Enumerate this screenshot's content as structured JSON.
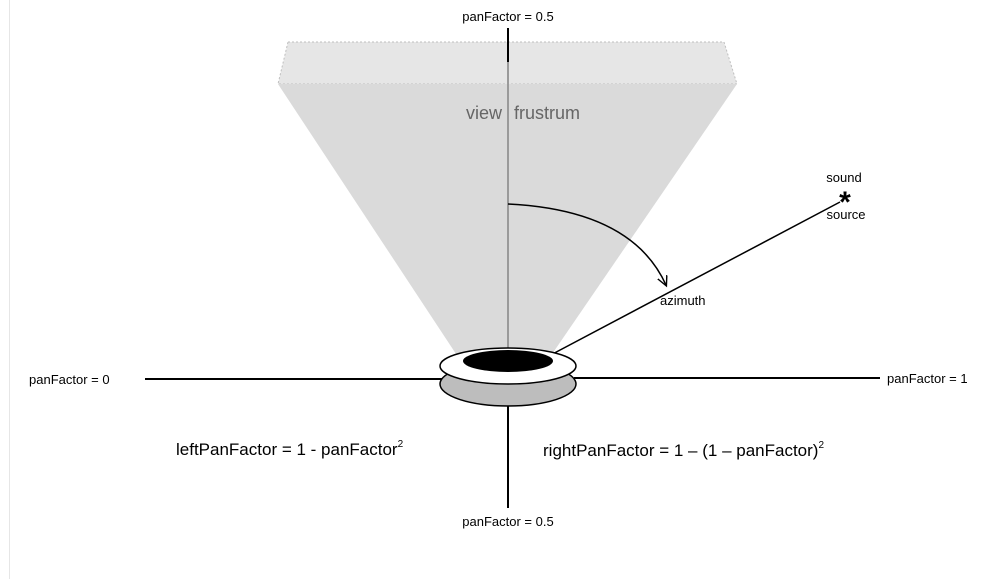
{
  "labels": {
    "top_pan": "panFactor = 0.5",
    "bottom_pan": "panFactor = 0.5",
    "left_pan": "panFactor = 0",
    "right_pan": "panFactor = 1",
    "view_word1": "view",
    "view_word2": "frustrum",
    "sound_word1": "sound",
    "sound_word2": "source",
    "sound_star": "*",
    "azimuth": "azimuth",
    "left_formula": "leftPanFactor = 1 - panFactor",
    "left_exp": "2",
    "right_formula": "rightPanFactor = 1 – (1 – panFactor)",
    "right_exp": "2"
  },
  "colors": {
    "frustum_fill": "#dadada",
    "frustum_top": "#e6e6e6",
    "head_outer": "#bdbdbd",
    "head_mid": "#ffffff",
    "head_inner": "#000000",
    "axis_line": "#000000",
    "center_line": "#9a9a9a",
    "label_gray": "#666666"
  }
}
